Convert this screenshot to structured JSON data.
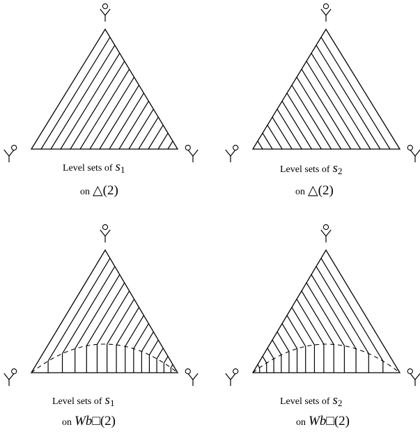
{
  "panels": [
    {
      "id": "top-left",
      "caption_prefix": "Level sets of",
      "func_letter": "s",
      "func_sub": "1",
      "domain_prefix": "on",
      "domain_shape": "△",
      "domain_arg": "(2)",
      "hatch": "diagonal-left",
      "dashed_arc": false
    },
    {
      "id": "top-right",
      "caption_prefix": "Level sets of",
      "func_letter": "s",
      "func_sub": "2",
      "domain_prefix": "on",
      "domain_shape": "△",
      "domain_arg": "(2)",
      "hatch": "diagonal-right",
      "dashed_arc": false
    },
    {
      "id": "bottom-left",
      "caption_prefix": "Level sets of",
      "func_letter": "s",
      "func_sub": "1",
      "domain_prefix": "on",
      "domain_shape": "Wb□",
      "domain_arg": "(2)",
      "hatch": "diagonal-left-with-vertical",
      "dashed_arc": true
    },
    {
      "id": "bottom-right",
      "caption_prefix": "Level sets of",
      "func_letter": "s",
      "func_sub": "2",
      "domain_prefix": "on",
      "domain_shape": "Wb□",
      "domain_arg": "(2)",
      "hatch": "diagonal-right-with-vertical",
      "dashed_arc": true
    }
  ],
  "vertex_icon": "trivalent-leaf-with-circle-icon",
  "colors": {
    "stroke": "#000000",
    "background": "#ffffff"
  }
}
